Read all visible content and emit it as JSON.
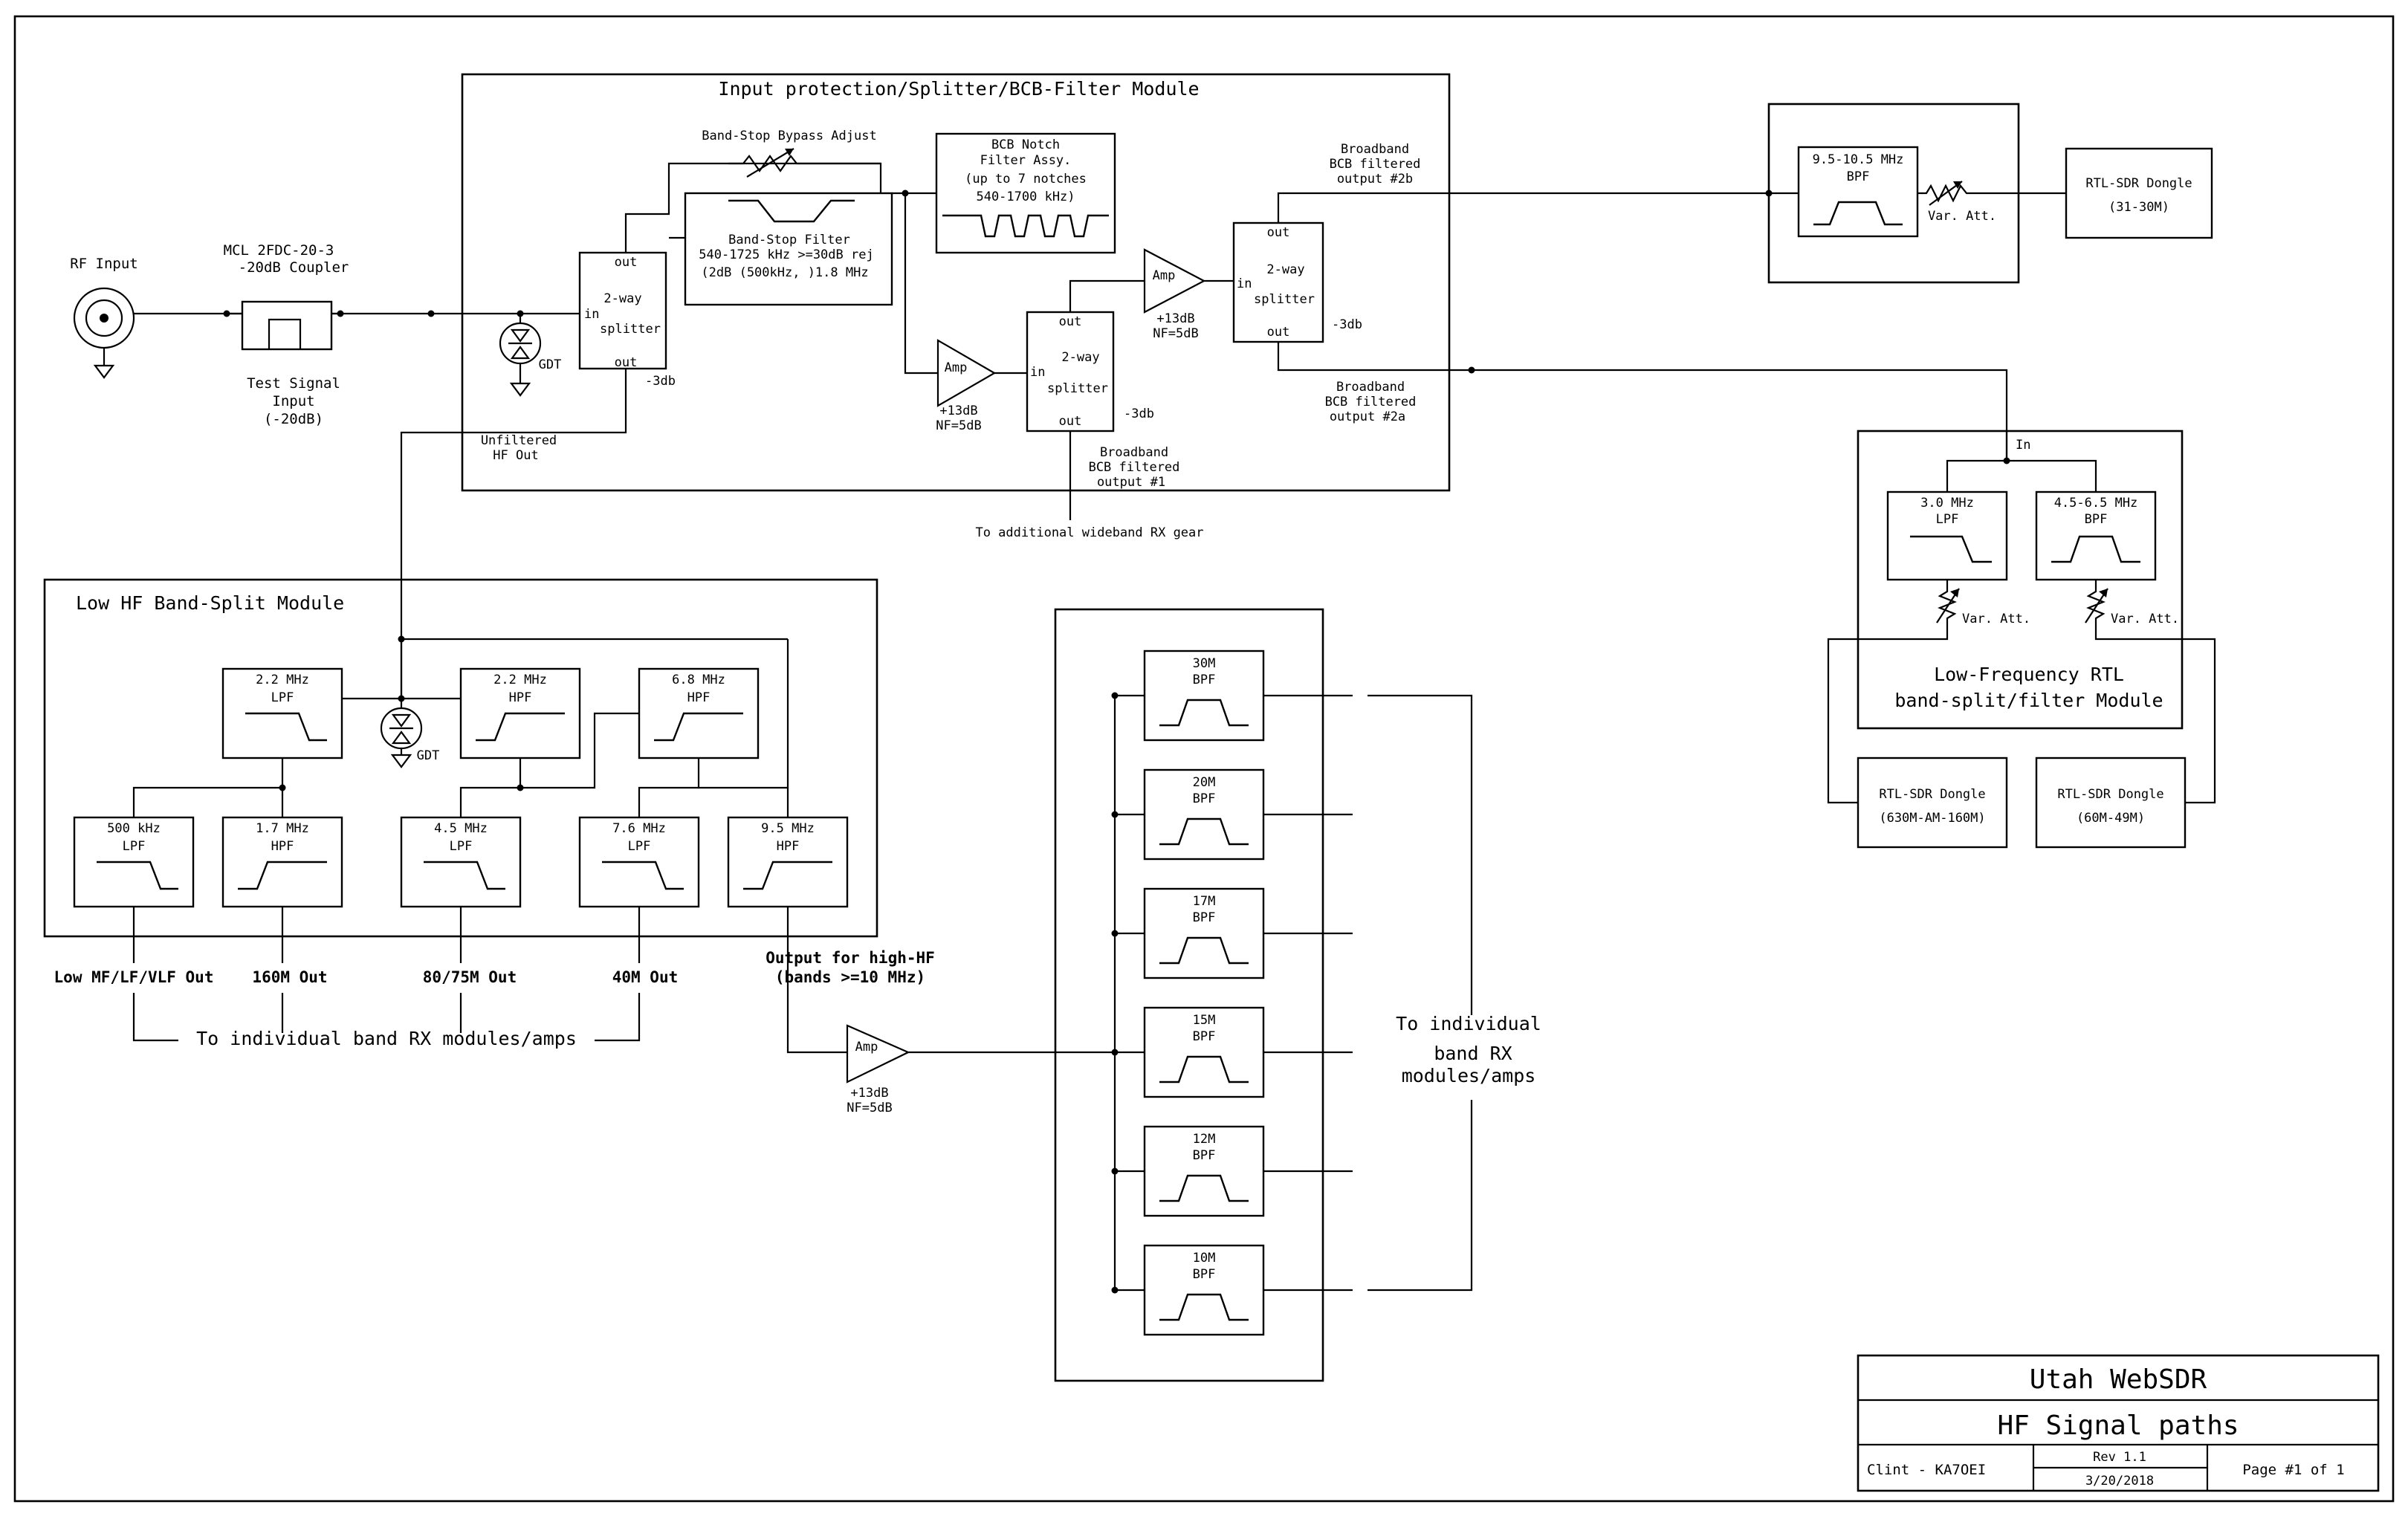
{
  "rf_input": "RF Input",
  "coupler": {
    "line1": "MCL 2FDC-20-3",
    "line2": "-20dB Coupler"
  },
  "test_signal": {
    "line1": "Test Signal",
    "line2": "Input",
    "line3": "(-20dB)"
  },
  "gdt": "GDT",
  "input_module": {
    "title": "Input protection/Splitter/BCB-Filter Module",
    "bypass_adjust": "Band-Stop Bypass Adjust",
    "band_stop": {
      "line1": "Band-Stop Filter",
      "line2": "540-1725 kHz >=30dB rej",
      "line3": "(2dB (500kHz, )1.8 MHz"
    },
    "bcb_notch": {
      "line1": "BCB Notch",
      "line2": "Filter Assy.",
      "line3": "(up to 7 notches",
      "line4": "540-1700 kHz)"
    },
    "splitter": {
      "line1": "2-way",
      "line2": "in",
      "line3": "splitter",
      "out": "out",
      "db": "-3db"
    },
    "unfiltered": {
      "line1": "Unfiltered",
      "line2": "HF Out"
    },
    "amp": {
      "label": "Amp",
      "gain": "+13dB",
      "nf": "NF=5dB"
    },
    "output1": {
      "line1": "Broadband",
      "line2": "BCB filtered",
      "line3": "output #1"
    },
    "output2a": {
      "line1": "Broadband",
      "line2": "BCB filtered",
      "line3": "output #2a"
    },
    "output2b": {
      "line1": "Broadband",
      "line2": "BCB filtered",
      "line3": "output #2b"
    },
    "wideband_note": "To additional wideband RX gear"
  },
  "top_right": {
    "bpf": {
      "line1": "9.5-10.5 MHz",
      "line2": "BPF"
    },
    "var_att": "Var. Att.",
    "dongle": {
      "line1": "RTL-SDR Dongle",
      "line2": "(31-30M)"
    }
  },
  "lf_module": {
    "in_label": "In",
    "lpf": {
      "line1": "3.0 MHz",
      "line2": "LPF"
    },
    "bpf": {
      "line1": "4.5-6.5 MHz",
      "line2": "BPF"
    },
    "var_att": "Var. Att.",
    "title": {
      "line1": "Low-Frequency RTL",
      "line2": "band-split/filter Module"
    },
    "dongle1": {
      "line1": "RTL-SDR Dongle",
      "line2": "(630M-AM-160M)"
    },
    "dongle2": {
      "line1": "RTL-SDR Dongle",
      "line2": "(60M-49M)"
    }
  },
  "low_hf": {
    "title": "Low HF Band-Split Module",
    "f22lpf": {
      "line1": "2.2 MHz",
      "line2": "LPF"
    },
    "f22hpf": {
      "line1": "2.2 MHz",
      "line2": "HPF"
    },
    "f68hpf": {
      "line1": "6.8 MHz",
      "line2": "HPF"
    },
    "f500lpf": {
      "line1": "500 kHz",
      "line2": "LPF"
    },
    "f17hpf": {
      "line1": "1.7 MHz",
      "line2": "HPF"
    },
    "f45lpf": {
      "line1": "4.5 MHz",
      "line2": "LPF"
    },
    "f76lpf": {
      "line1": "7.6 MHz",
      "line2": "LPF"
    },
    "f95hpf": {
      "line1": "9.5 MHz",
      "line2": "HPF"
    },
    "out_low": "Low MF/LF/VLF Out",
    "out_160": "160M Out",
    "out_8075": "80/75M Out",
    "out_40": "40M Out",
    "to_modules": "To individual band RX modules/amps",
    "high_hf": {
      "line1": "Output for high-HF",
      "line2": "(bands >=10 MHz)"
    },
    "amp": {
      "label": "Amp",
      "gain": "+13dB",
      "nf": "NF=5dB"
    }
  },
  "bpf_bank": {
    "filters": [
      {
        "band": "30M",
        "type": "BPF"
      },
      {
        "band": "20M",
        "type": "BPF"
      },
      {
        "band": "17M",
        "type": "BPF"
      },
      {
        "band": "15M",
        "type": "BPF"
      },
      {
        "band": "12M",
        "type": "BPF"
      },
      {
        "band": "10M",
        "type": "BPF"
      }
    ],
    "note": {
      "line1": "To individual",
      "line2": "band RX",
      "line3": "modules/amps"
    }
  },
  "title_block": {
    "title": "Utah WebSDR",
    "subtitle": "HF Signal paths",
    "author": "Clint - KA7OEI",
    "rev": "Rev 1.1",
    "date": "3/20/2018",
    "page": "Page #1 of 1"
  }
}
